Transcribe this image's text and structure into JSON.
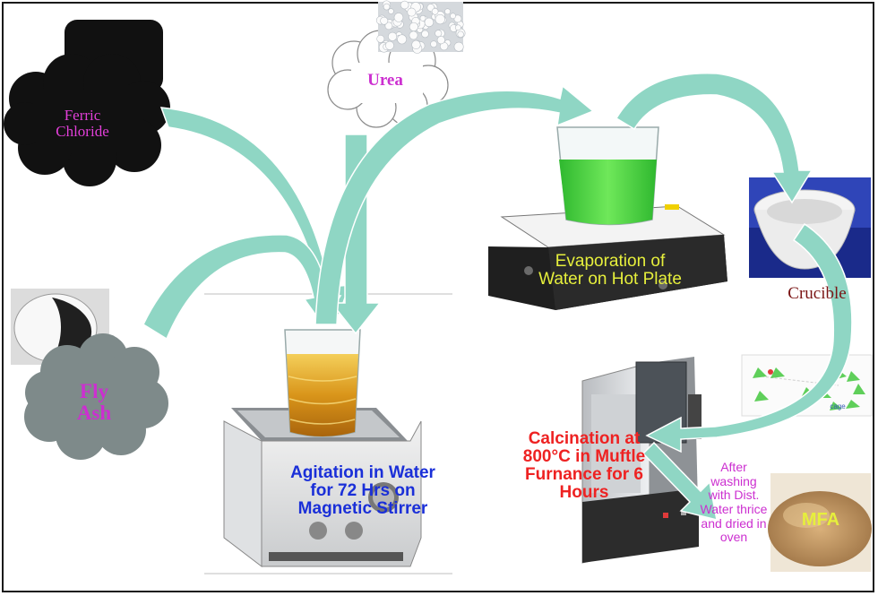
{
  "labels": {
    "ferric_chloride": "Ferric\nChloride",
    "urea": "Urea",
    "fly_ash": "Fly\nAsh",
    "agitation": "Agitation in Water\nfor 72 Hrs on\nMagnetic Stirrer",
    "evaporation": "Evaporation of\nWater on Hot Plate",
    "crucible": "Crucible",
    "calcination": "Calcination at\n800°C in Muftle\nFurnance for 6\nHours",
    "after_washing": "After\nwashing\nwith Dist.\nWater thrice\nand dried in\noven",
    "mfa": "MFA",
    "cage": "cage"
  },
  "colors": {
    "arrow": "#8fd6c4",
    "ferric_cloud": "#111111",
    "ferric_text": "#e23fd8",
    "fly_ash_cloud": "#7e8a8a",
    "fly_ash_text": "#cc2fd0",
    "urea_text": "#cc2fd0",
    "agitation_text": "#1a2fd8",
    "evaporation_text": "#e6ef3c",
    "crucible_text": "#7a1414",
    "calcination_text": "#ee2222",
    "after_washing_text": "#cc2fd0",
    "mfa_text": "#e6ef3c",
    "liquid_amber": "#d89a18",
    "liquid_green": "#3fcf3a"
  }
}
